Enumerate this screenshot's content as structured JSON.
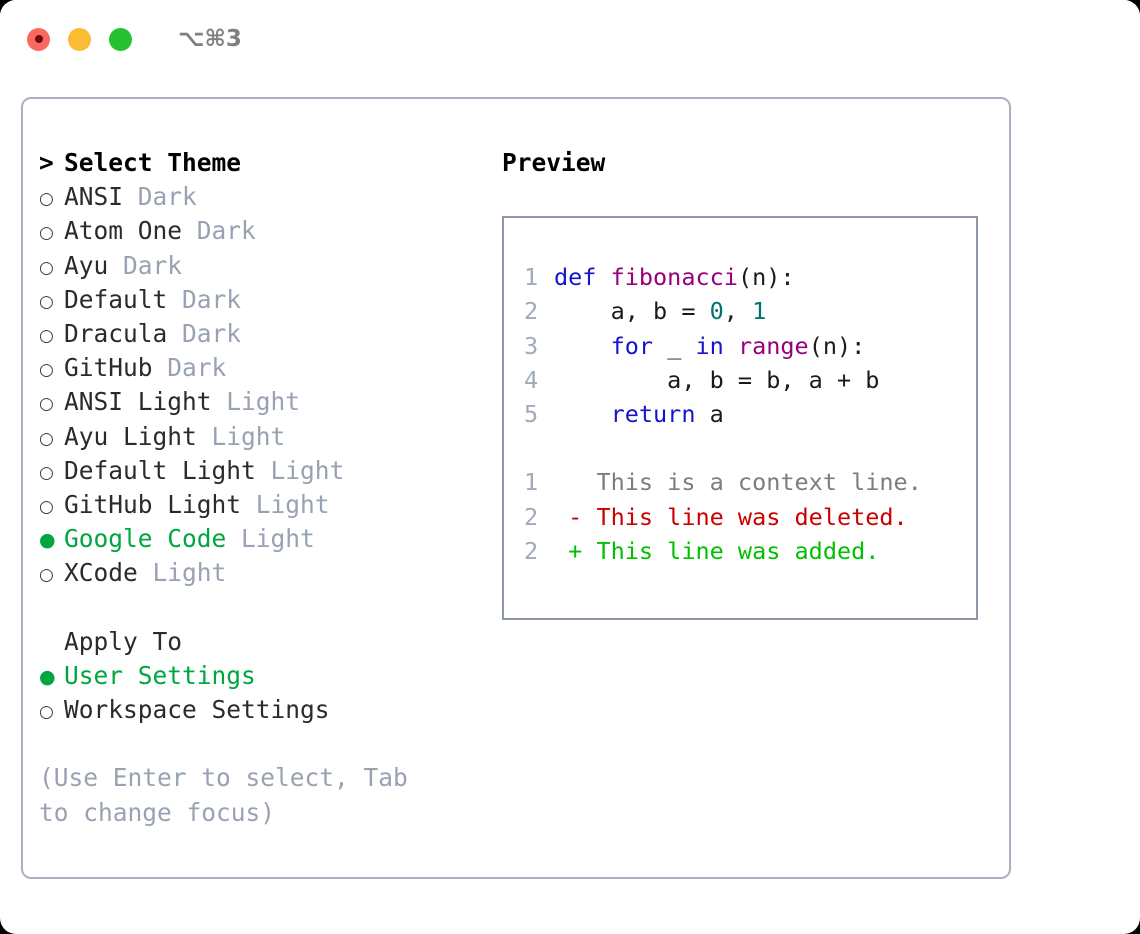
{
  "window": {
    "shortcut": "⌥⌘3",
    "traffic_lights": [
      {
        "name": "close-button",
        "color": "#f9695f"
      },
      {
        "name": "minimize-button",
        "color": "#fcbb35"
      },
      {
        "name": "maximize-button",
        "color": "#24c231"
      }
    ]
  },
  "theme_selector": {
    "header_caret": ">",
    "header_label": "Select Theme",
    "bullet_empty": "○",
    "bullet_filled": "●",
    "items": [
      {
        "name": "ANSI",
        "mode": "Dark",
        "selected": false
      },
      {
        "name": "Atom One",
        "mode": "Dark",
        "selected": false
      },
      {
        "name": "Ayu",
        "mode": "Dark",
        "selected": false
      },
      {
        "name": "Default",
        "mode": "Dark",
        "selected": false
      },
      {
        "name": "Dracula",
        "mode": "Dark",
        "selected": false
      },
      {
        "name": "GitHub",
        "mode": "Dark",
        "selected": false
      },
      {
        "name": "ANSI Light",
        "mode": "Light",
        "selected": false
      },
      {
        "name": "Ayu Light",
        "mode": "Light",
        "selected": false
      },
      {
        "name": "Default Light",
        "mode": "Light",
        "selected": false
      },
      {
        "name": "GitHub Light",
        "mode": "Light",
        "selected": false
      },
      {
        "name": "Google Code",
        "mode": "Light",
        "selected": true
      },
      {
        "name": "XCode",
        "mode": "Light",
        "selected": false
      }
    ]
  },
  "apply_to": {
    "title": "Apply To",
    "options": [
      {
        "name": "User Settings",
        "selected": true
      },
      {
        "name": "Workspace Settings",
        "selected": false
      }
    ]
  },
  "hint": "(Use Enter to select, Tab to change focus)",
  "preview": {
    "title": "Preview",
    "code_lines": [
      {
        "num": "1",
        "tokens": [
          {
            "t": "def ",
            "c": "k-kw"
          },
          {
            "t": "fibonacci",
            "c": "k-fn"
          },
          {
            "t": "(n):",
            "c": "k-pl"
          }
        ]
      },
      {
        "num": "2",
        "tokens": [
          {
            "t": "    a, b = ",
            "c": "k-pl"
          },
          {
            "t": "0",
            "c": "k-num"
          },
          {
            "t": ", ",
            "c": "k-pl"
          },
          {
            "t": "1",
            "c": "k-num"
          }
        ]
      },
      {
        "num": "3",
        "tokens": [
          {
            "t": "    ",
            "c": "k-pl"
          },
          {
            "t": "for",
            "c": "k-kw"
          },
          {
            "t": " _ ",
            "c": "k-pl"
          },
          {
            "t": "in",
            "c": "k-kw"
          },
          {
            "t": " ",
            "c": "k-pl"
          },
          {
            "t": "range",
            "c": "k-fn"
          },
          {
            "t": "(n):",
            "c": "k-pl"
          }
        ]
      },
      {
        "num": "4",
        "tokens": [
          {
            "t": "        a, b = b, a + b",
            "c": "k-pl"
          }
        ]
      },
      {
        "num": "5",
        "tokens": [
          {
            "t": "    ",
            "c": "k-pl"
          },
          {
            "t": "return",
            "c": "k-kw"
          },
          {
            "t": " a",
            "c": "k-pl"
          }
        ]
      }
    ],
    "diff_lines": [
      {
        "num": "1",
        "tokens": [
          {
            "t": "   This is a context line.",
            "c": "k-ctx"
          }
        ]
      },
      {
        "num": "2",
        "tokens": [
          {
            "t": " - This line was deleted.",
            "c": "k-del"
          }
        ]
      },
      {
        "num": "2",
        "tokens": [
          {
            "t": " + This line was added.",
            "c": "k-add"
          }
        ]
      }
    ]
  },
  "colors": {
    "accent_green": "#00a63f",
    "muted_gray": "#98a2b3",
    "panel_border": "#a9b2c0",
    "preview_border": "#8c97a8",
    "keyword": "#1414cf",
    "function": "#97007c",
    "number": "#007272",
    "diff_delete": "#cc0000",
    "diff_add": "#00c000",
    "line_number": "#a0aab8"
  }
}
